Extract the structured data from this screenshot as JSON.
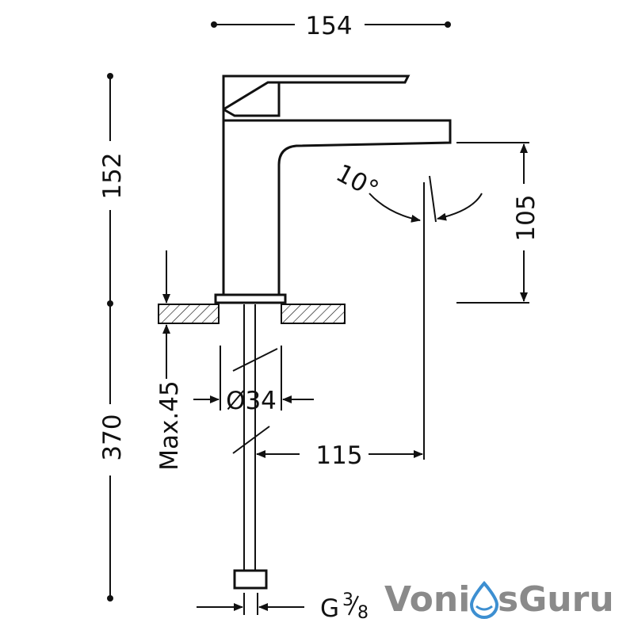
{
  "dimensions": {
    "width_total": "154",
    "height_upper": "152",
    "height_lower": "370",
    "spout_height": "105",
    "angle": "10°",
    "max_thickness": "Max.45",
    "diameter": "Ø34",
    "reach": "115",
    "thread_g": "G",
    "thread_num": "3",
    "thread_den": "8"
  },
  "logo": {
    "part1": "Voni",
    "part2": "sGuru"
  },
  "colors": {
    "line": "#111111",
    "logo_gray": "#8a8a8a",
    "logo_blue": "#3d8fd1"
  }
}
